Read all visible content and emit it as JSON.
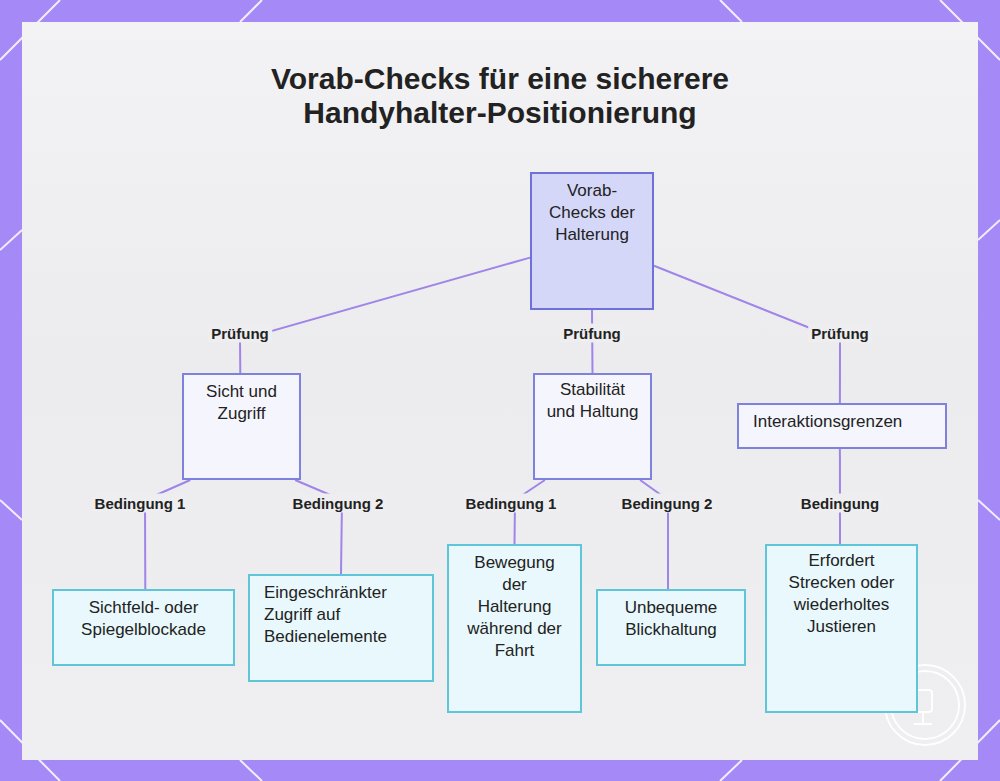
{
  "diagram": {
    "title": "Vorab-Checks für eine sicherere Handyhalter-Positionierung",
    "nodes": [
      {
        "text": [
          "Vorab-Checks der Halterung"
        ]
      },
      {
        "text": [
          "Sicht und Zugriff"
        ]
      },
      {
        "text": [
          "Stabilität und Haltung"
        ]
      },
      {
        "text": [
          "Interaktionsgrenzen"
        ]
      },
      {
        "text": [
          "Sichtfeld- oder Spiegelblockade"
        ]
      },
      {
        "text": [
          "Eingeschränkter Zugriff auf Bedienelemente"
        ]
      },
      {
        "text": [
          "Bewegung der Halterung während der Fahrt"
        ]
      },
      {
        "text": [
          "Unbequeme Blickhaltung"
        ]
      },
      {
        "text": [
          "Erfordert Strecken oder wiederholtes Justieren"
        ]
      }
    ],
    "edges": [
      {
        "from": 0,
        "to": 1,
        "label": "Prüfung",
        "arrow": "none"
      },
      {
        "from": 0,
        "to": 2,
        "label": "Prüfung",
        "arrow": "none"
      },
      {
        "from": 0,
        "to": 3,
        "label": "Prüfung",
        "arrow": "none"
      },
      {
        "from": 1,
        "to": 4,
        "label": "Bedingung 1",
        "arrow": "none"
      },
      {
        "from": 1,
        "to": 5,
        "label": "Bedingung 2",
        "arrow": "none"
      },
      {
        "from": 2,
        "to": 6,
        "label": "Bedingung 1",
        "arrow": "none"
      },
      {
        "from": 2,
        "to": 7,
        "label": "Bedingung 2",
        "arrow": "none"
      },
      {
        "from": 3,
        "to": 8,
        "label": "Bedingung",
        "arrow": "none"
      }
    ]
  }
}
